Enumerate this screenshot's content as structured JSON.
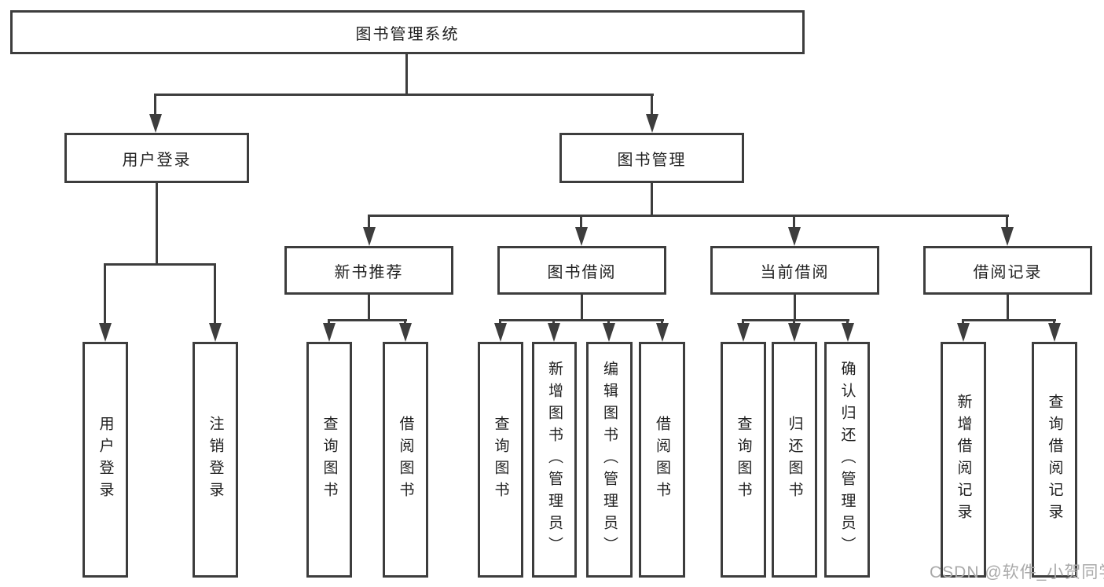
{
  "tree": {
    "label": "图书管理系统",
    "children": [
      {
        "label": "用户登录",
        "children": [
          {
            "label": "用户登录"
          },
          {
            "label": "注销登录"
          }
        ]
      },
      {
        "label": "图书管理",
        "children": [
          {
            "label": "新书推荐",
            "children": [
              {
                "label": "查询图书"
              },
              {
                "label": "借阅图书"
              }
            ]
          },
          {
            "label": "图书借阅",
            "children": [
              {
                "label": "查询图书"
              },
              {
                "label": "新增图书（管理员）"
              },
              {
                "label": "编辑图书（管理员）"
              },
              {
                "label": "借阅图书"
              }
            ]
          },
          {
            "label": "当前借阅",
            "children": [
              {
                "label": "查询图书"
              },
              {
                "label": "归还图书"
              },
              {
                "label": "确认归还（管理员）"
              }
            ]
          },
          {
            "label": "借阅记录",
            "children": [
              {
                "label": "新增借阅记录"
              },
              {
                "label": "查询借阅记录"
              }
            ]
          }
        ]
      }
    ]
  },
  "watermark": "CSDN @软件_小贺同学",
  "colors": {
    "line": "#3d3d3d",
    "text": "#1f1f1f",
    "watermark": "#a9a9a9",
    "background": "#ffffff"
  }
}
